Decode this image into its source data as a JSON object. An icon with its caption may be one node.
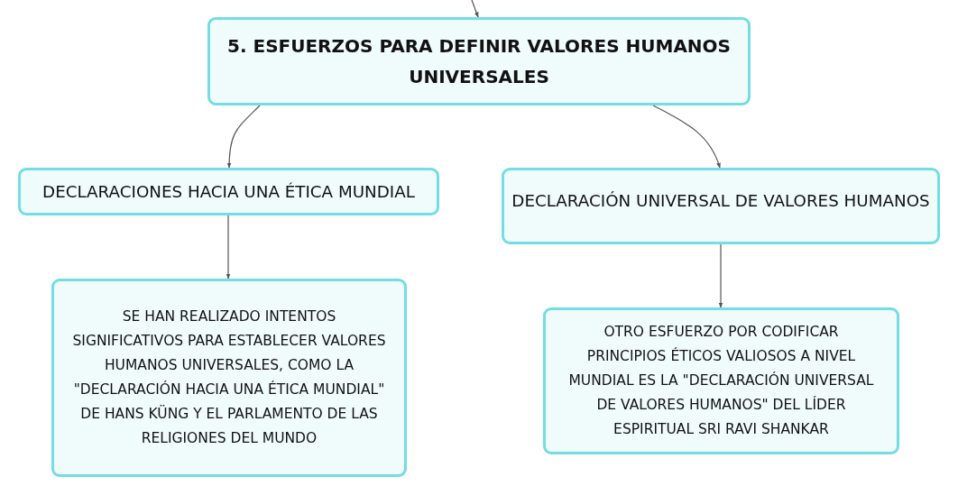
{
  "diagram": {
    "nodes": [
      {
        "text": [
          "5. ESFUERZOS PARA DEFINIR VALORES HUMANOS UNIVERSALES"
        ]
      },
      {
        "text": [
          "DECLARACIONES HACIA UNA ÉTICA MUNDIAL"
        ]
      },
      {
        "text": [
          "DECLARACIÓN UNIVERSAL DE VALORES HUMANOS"
        ]
      },
      {
        "text": [
          "SE HAN REALIZADO INTENTOS SIGNIFICATIVOS PARA ESTABLECER VALORES HUMANOS UNIVERSALES, COMO LA \"DECLARACIÓN HACIA UNA ÉTICA MUNDIAL\" DE HANS KÜNG Y EL PARLAMENTO DE LAS RELIGIONES DEL MUNDO"
        ]
      },
      {
        "text": [
          "OTRO ESFUERZO POR CODIFICAR PRINCIPIOS ÉTICOS VALIOSOS A NIVEL MUNDIAL ES LA \"DECLARACIÓN UNIVERSAL DE VALORES HUMANOS\" DEL LÍDER ESPIRITUAL SRI RAVI SHANKAR"
        ]
      }
    ],
    "edges": [
      {
        "from": null,
        "to": 0,
        "arrow": "to"
      },
      {
        "from": 0,
        "to": 1,
        "arrow": "to"
      },
      {
        "from": 0,
        "to": 2,
        "arrow": "to"
      },
      {
        "from": 1,
        "to": 3,
        "arrow": "to"
      },
      {
        "from": 2,
        "to": 4,
        "arrow": "to"
      }
    ]
  }
}
